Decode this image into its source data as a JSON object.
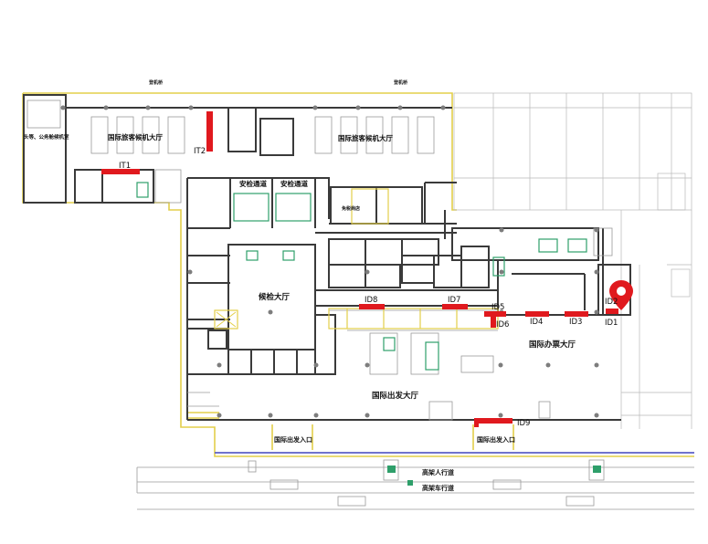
{
  "areas": {
    "intl_lounge_left": "国际旅客候机大厅",
    "intl_lounge_right": "国际旅客候机大厅",
    "vip_lounge": "头等、公务舱候机室",
    "security_1": "安检通道",
    "security_2": "安检通道",
    "duty_free": "免税商店",
    "inspection_hall": "候检大厅",
    "ticket_hall": "国际办票大厅",
    "departure_hall": "国际出发大厅",
    "entrance_1": "国际出发入口",
    "entrance_2": "国际出发入口",
    "walkway": "高架人行道",
    "driveway": "高架车行道",
    "stair_1": "登机桥",
    "stair_2": "登机桥"
  },
  "markers": {
    "IT1": "IT1",
    "IT2": "IT2",
    "ID1": "ID1",
    "ID2": "ID2",
    "ID3": "ID3",
    "ID4": "ID4",
    "ID5": "ID5",
    "ID6": "ID6",
    "ID7": "ID7",
    "ID8": "ID8",
    "ID9": "ID9"
  },
  "colors": {
    "wall": "#3a3a3a",
    "yellow": "#e3cf4a",
    "gray": "#a9a9a9",
    "red": "#e0191e",
    "green": "#2e9f6a",
    "blue": "#5b5fc7"
  }
}
